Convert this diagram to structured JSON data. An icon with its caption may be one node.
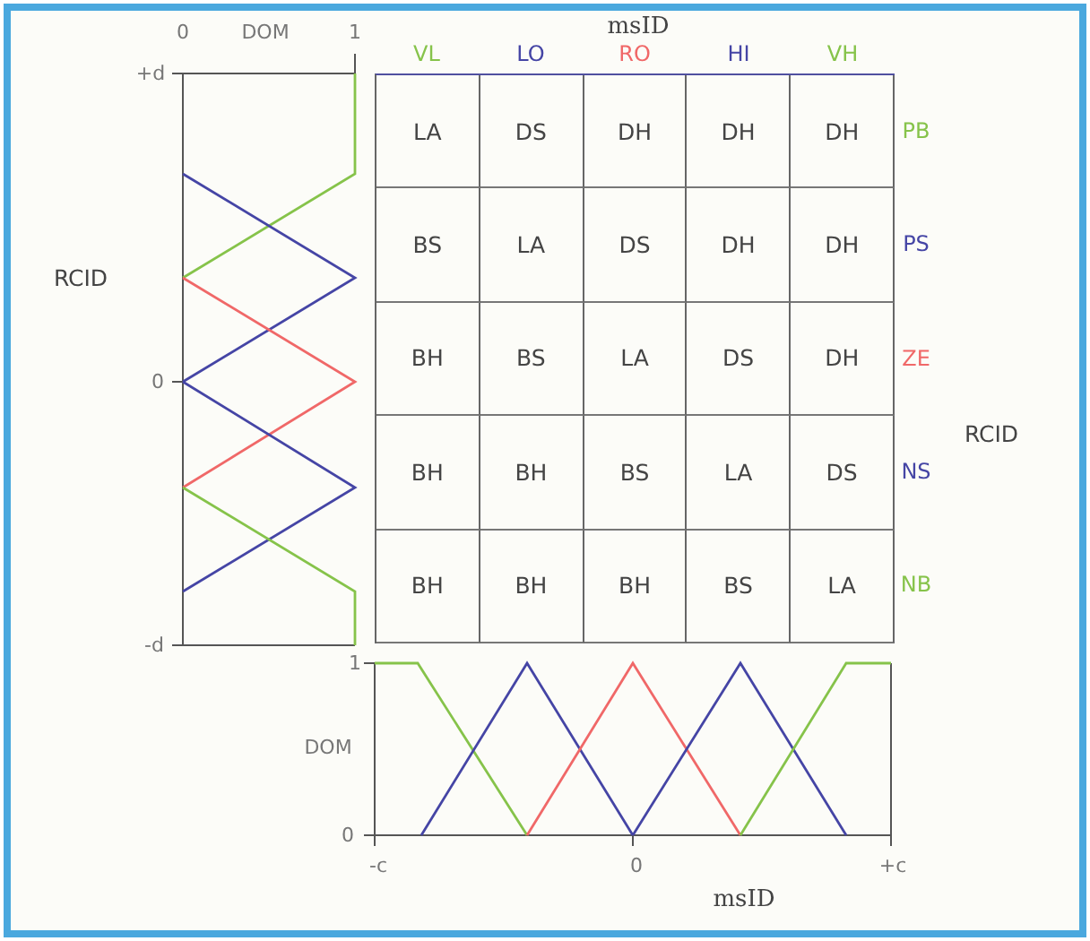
{
  "diagram": {
    "labels": [
      "0",
      "DOM",
      "1",
      "msID",
      "VL",
      "LO",
      "RO",
      "HI",
      "VH",
      "+d",
      "RCID",
      "LA",
      "DS",
      "DH",
      "DH",
      "DH",
      "PB",
      "BS",
      "LA",
      "DS",
      "DH",
      "DH",
      "PS",
      "0",
      "BH",
      "BS",
      "LA",
      "DS",
      "DH",
      "ZE",
      "RCID",
      "BH",
      "BH",
      "BS",
      "LA",
      "DS",
      "NS",
      "BH",
      "BH",
      "BH",
      "BS",
      "LA",
      "NB",
      "-d",
      "1",
      "DOM",
      "0",
      "-c",
      "0",
      "+c",
      "msID"
    ]
  }
}
